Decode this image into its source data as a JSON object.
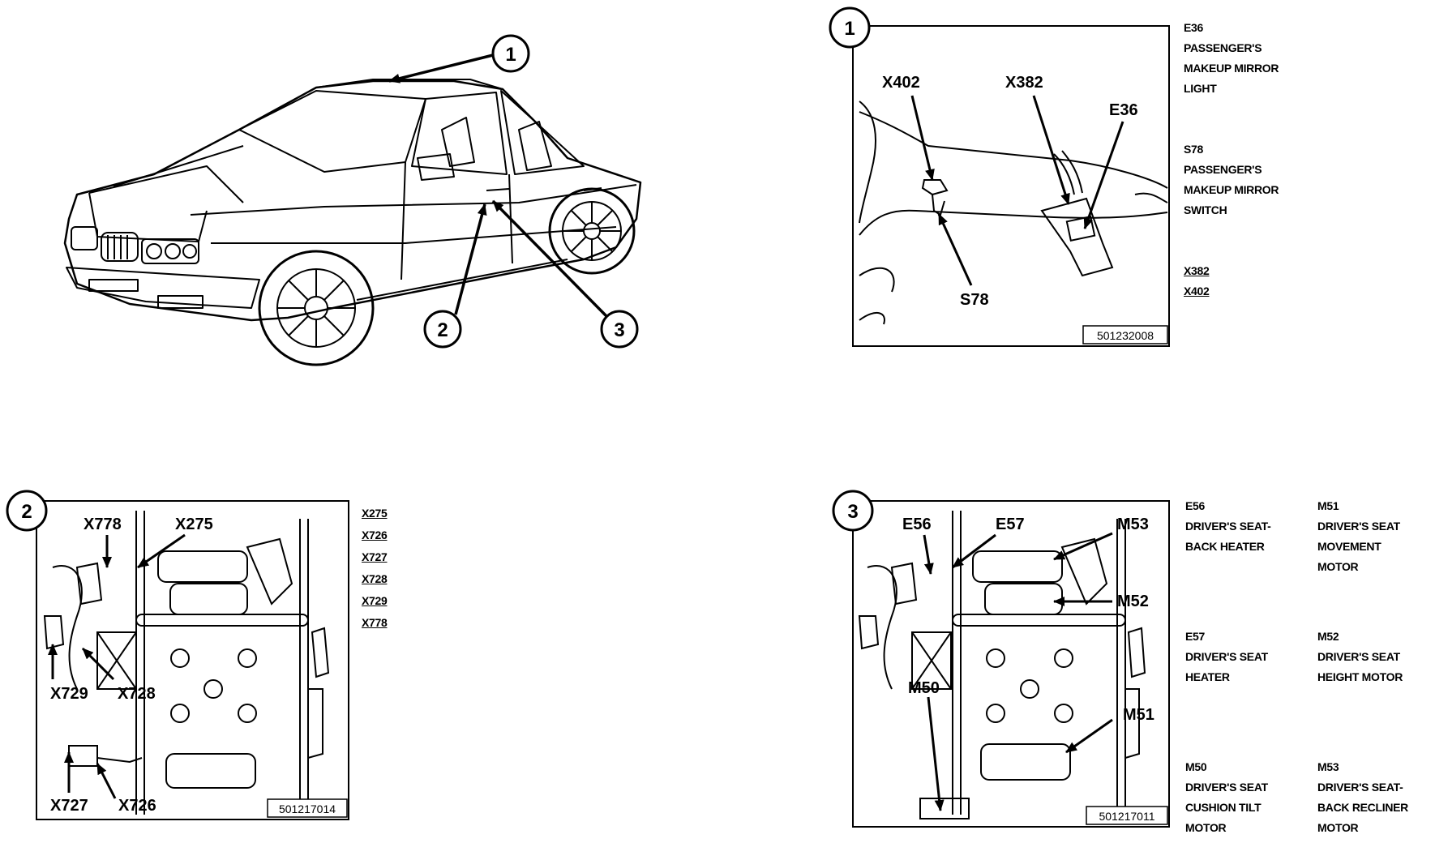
{
  "callouts": {
    "c1": "1",
    "c2": "2",
    "c3": "3"
  },
  "panel1": {
    "labels": {
      "x402": "X402",
      "x382": "X382",
      "e36": "E36",
      "s78": "S78"
    },
    "ref": "501232008",
    "legend": {
      "e36_code": "E36",
      "e36_line1": "PASSENGER'S",
      "e36_line2": "MAKEUP MIRROR",
      "e36_line3": "LIGHT",
      "s78_code": "S78",
      "s78_line1": "PASSENGER'S",
      "s78_line2": "MAKEUP MIRROR",
      "s78_line3": "SWITCH",
      "conn1": "X382",
      "conn2": "X402"
    }
  },
  "panel2": {
    "labels": {
      "x778": "X778",
      "x275": "X275",
      "x729": "X729",
      "x728": "X728",
      "x727": "X727",
      "x726": "X726"
    },
    "ref": "501217014",
    "legend": [
      "X275",
      "X726",
      "X727",
      "X728",
      "X729",
      "X778"
    ]
  },
  "panel3": {
    "labels": {
      "e56": "E56",
      "e57": "E57",
      "m53": "M53",
      "m52": "M52",
      "m50": "M50",
      "m51": "M51"
    },
    "ref": "501217011",
    "legend": {
      "e56_code": "E56",
      "e56_line1": "DRIVER'S SEAT-",
      "e56_line2": "BACK HEATER",
      "m51_code": "M51",
      "m51_line1": "DRIVER'S SEAT",
      "m51_line2": "MOVEMENT",
      "m51_line3": "MOTOR",
      "e57_code": "E57",
      "e57_line1": "DRIVER'S SEAT",
      "e57_line2": "HEATER",
      "m52_code": "M52",
      "m52_line1": "DRIVER'S SEAT",
      "m52_line2": "HEIGHT MOTOR",
      "m50_code": "M50",
      "m50_line1": "DRIVER'S SEAT",
      "m50_line2": "CUSHION TILT",
      "m50_line3": "MOTOR",
      "m53_code": "M53",
      "m53_line1": "DRIVER'S SEAT-",
      "m53_line2": "BACK RECLINER",
      "m53_line3": "MOTOR"
    }
  }
}
